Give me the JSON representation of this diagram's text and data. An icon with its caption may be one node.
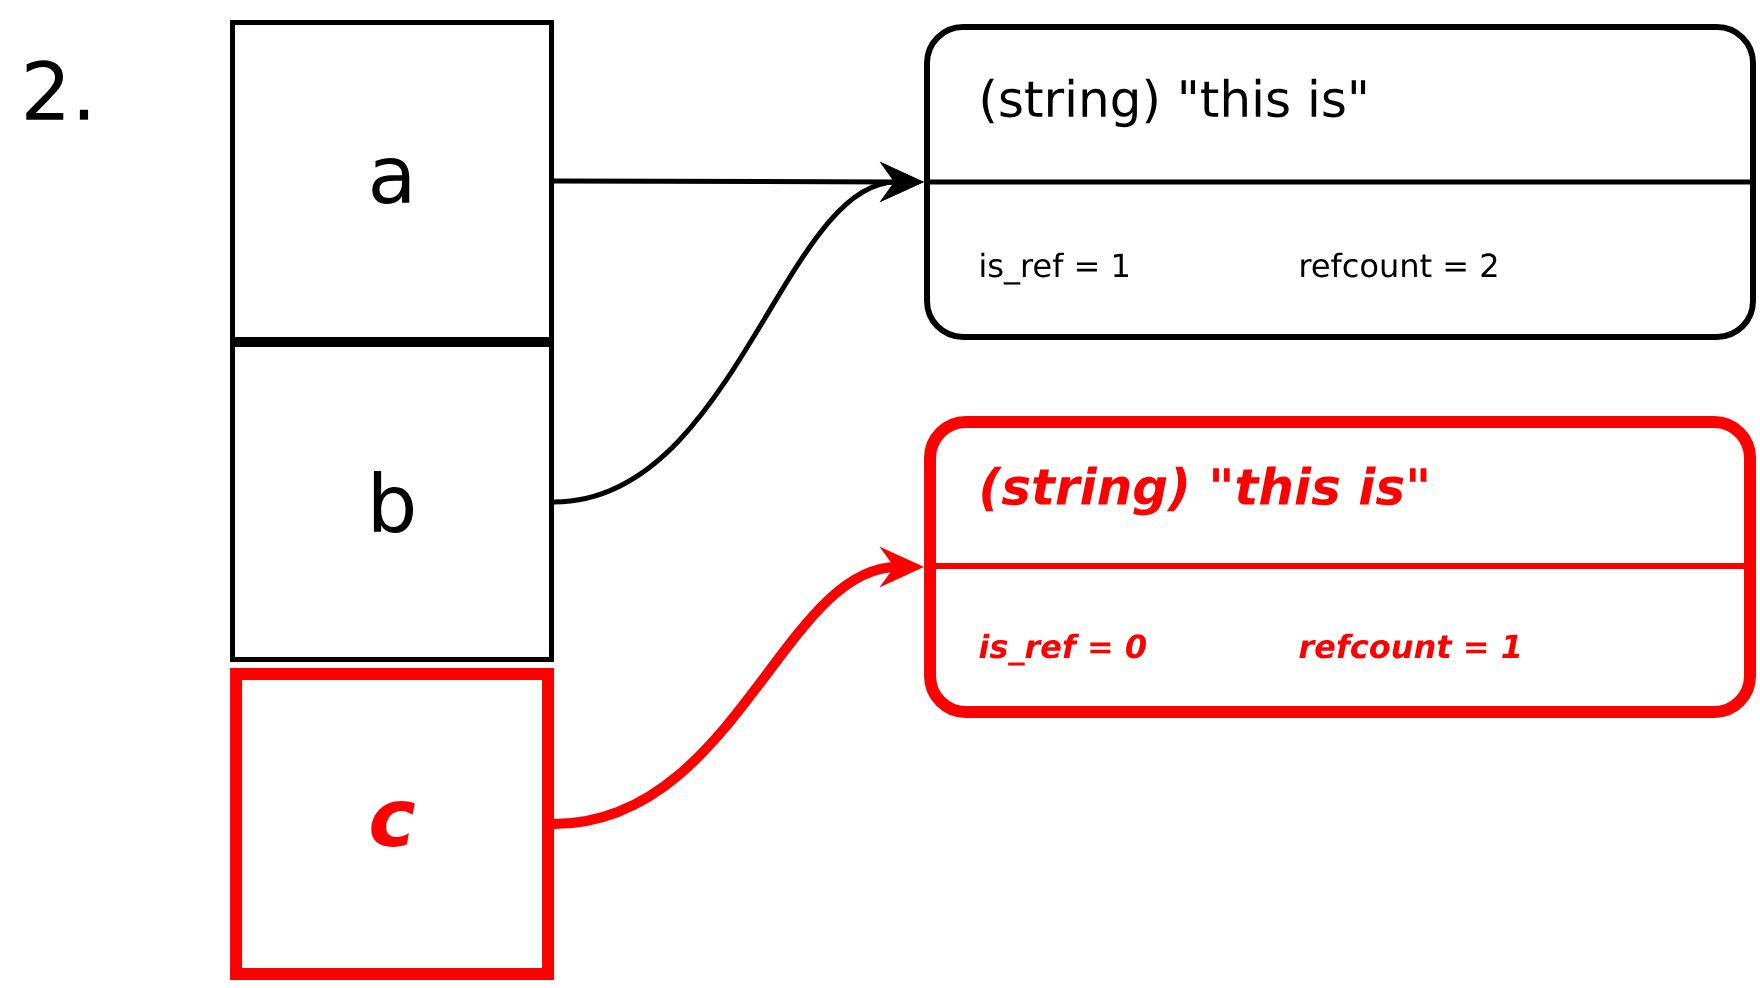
{
  "diagram": {
    "nodes": [
      {
        "text": [
          "a"
        ]
      },
      {
        "text": [
          "b"
        ]
      },
      {
        "text": [
          "c"
        ]
      },
      {
        "text": [
          "(string) \"this is\"",
          "is_ref = 1",
          "refcount = 2"
        ]
      },
      {
        "text": [
          "(string) \"this is\"",
          "is_ref = 0",
          "refcount = 1"
        ]
      }
    ],
    "edges": [
      {
        "from": 0,
        "to": 3,
        "arrow": "to"
      },
      {
        "from": 1,
        "to": 3,
        "arrow": "to"
      },
      {
        "from": 2,
        "to": 4,
        "arrow": "to",
        "style": "thick",
        "color": "#ff0000"
      }
    ],
    "labels": [
      "2."
    ]
  }
}
